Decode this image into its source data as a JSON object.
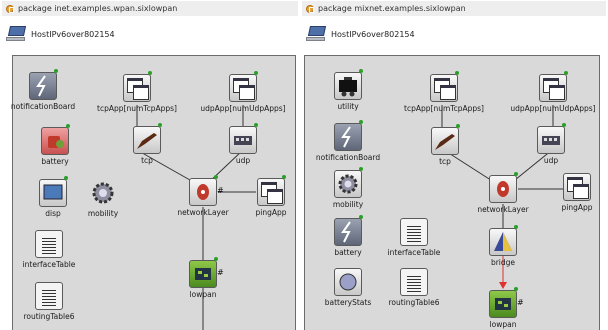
{
  "left": {
    "package_label": "package inet.examples.wpan.sixlowpan",
    "host_label": "HostIPv6over802154",
    "modules": {
      "notificationBoard": "notificationBoard",
      "tcpApp": "tcpApp[numTcpApps]",
      "udpApp": "udpApp[numUdpApps]",
      "battery": "battery",
      "tcp": "tcp",
      "udp": "udp",
      "disp": "disp",
      "mobility": "mobility",
      "networkLayer": "networkLayer",
      "pingApp": "pingApp",
      "interfaceTable": "interfaceTable",
      "lowpan": "lowpan",
      "routingTable6": "routingTable6"
    }
  },
  "right": {
    "package_label": "package mixnet.examples.sixlowpan",
    "host_label": "HostIPv6over802154",
    "modules": {
      "utility": "utility",
      "tcpApp": "tcpApp[numTcpApps]",
      "udpApp": "udpApp[numUdpApps]",
      "notificationBoard": "notificationBoard",
      "tcp": "tcp",
      "udp": "udp",
      "mobility": "mobility",
      "networkLayer": "networkLayer",
      "pingApp": "pingApp",
      "battery": "battery",
      "interfaceTable": "interfaceTable",
      "bridge": "bridge",
      "batteryStats": "batteryStats",
      "routingTable6": "routingTable6",
      "lowpan": "lowpan"
    }
  },
  "hash_marker": "#",
  "colors": {
    "canvas": "#d9d9d9",
    "border": "#6c6c6c",
    "link": "#333333",
    "bridge_link": "#e03030",
    "status_dot": "#2aa02a"
  }
}
